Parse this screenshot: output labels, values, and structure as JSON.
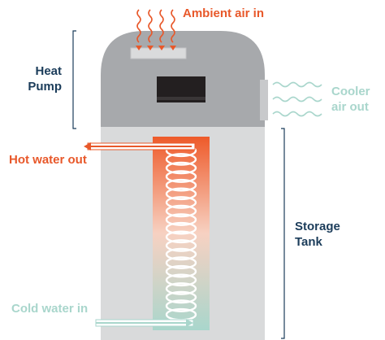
{
  "labels": {
    "ambient_air_in": "Ambient air in",
    "heat_pump_line1": "Heat",
    "heat_pump_line2": "Pump",
    "cooler_air_line1": "Cooler",
    "cooler_air_line2": "air out",
    "hot_water_out": "Hot water out",
    "storage_tank_line1": "Storage",
    "storage_tank_line2": "Tank",
    "cold_water_in": "Cold water in"
  },
  "colors": {
    "hot": "#E8582A",
    "cold": "#A9D6CC",
    "navy": "#1B3C5A",
    "pump_gray": "#A7A9AC",
    "tank_gray": "#D9DADB",
    "display": "#231F20"
  }
}
